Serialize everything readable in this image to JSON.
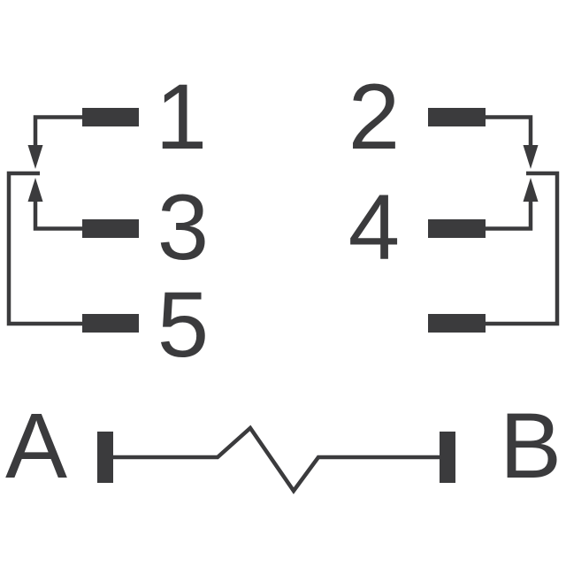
{
  "diagram_type": "switch-pinout-schematic",
  "colors": {
    "line": "#3b3b3d",
    "background": "#ffffff"
  },
  "pins": [
    {
      "label": "1"
    },
    {
      "label": "2"
    },
    {
      "label": "3"
    },
    {
      "label": "4"
    },
    {
      "label": "5"
    }
  ],
  "terminals": {
    "a_label": "A",
    "b_label": "B"
  },
  "icons": {
    "left_top_throw": "arrow-down-icon",
    "left_bottom_throw": "arrow-up-icon",
    "right_top_throw": "arrow-down-icon",
    "right_bottom_throw": "arrow-up-icon"
  }
}
